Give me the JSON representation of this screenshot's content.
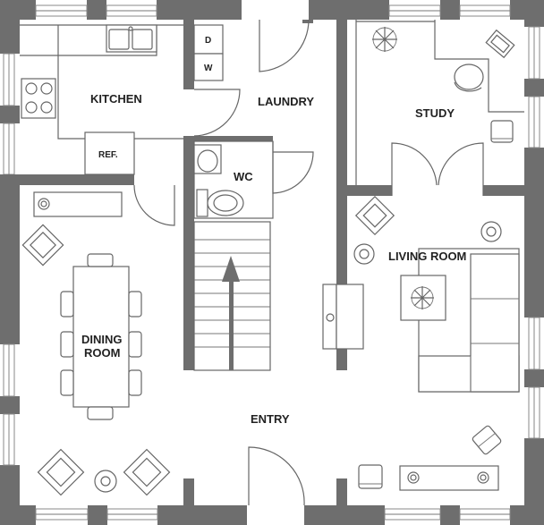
{
  "rooms": {
    "kitchen": "KITCHEN",
    "laundry": "LAUNDRY",
    "study": "STUDY",
    "wc": "WC",
    "living_room": "LIVING ROOM",
    "dining_room_line1": "DINING",
    "dining_room_line2": "ROOM",
    "entry": "ENTRY"
  },
  "appliances": {
    "dryer": "D",
    "washer": "W",
    "refrigerator": "REF."
  },
  "colors": {
    "wall": "#6e6e6e",
    "window_frame": "#8a8a8a",
    "furniture_stroke": "#666666",
    "background": "#ffffff"
  }
}
